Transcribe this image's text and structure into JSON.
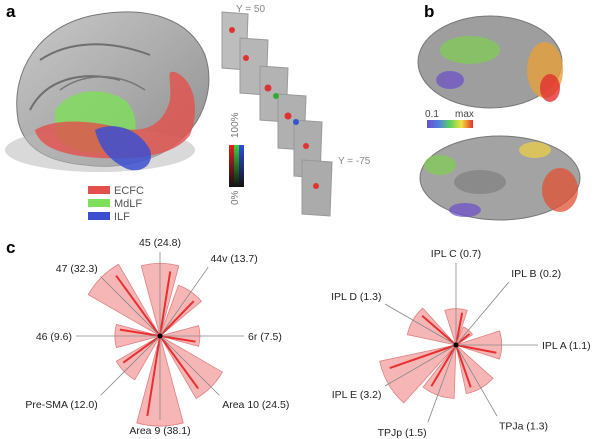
{
  "panels": {
    "a": {
      "letter": "a",
      "slice_labels": {
        "top": "Y = 50",
        "bottom": "Y = -75"
      },
      "colorbar": {
        "top": "100%",
        "bottom": "0%"
      },
      "legend": [
        {
          "label": "ECFC",
          "color": "#e2504b"
        },
        {
          "label": "MdLF",
          "color": "#7ee05a"
        },
        {
          "label": "ILF",
          "color": "#3c4fd0"
        }
      ]
    },
    "b": {
      "letter": "b",
      "colorbar": {
        "min": "0.1",
        "max": "max"
      }
    },
    "c": {
      "letter": "c",
      "rose_left": [
        {
          "label": "45 (24.8)",
          "value": 24.8,
          "angle": 0
        },
        {
          "label": "44v (13.7)",
          "value": 13.7,
          "angle": 35
        },
        {
          "label": "6r (7.5)",
          "value": 7.5,
          "angle": 90
        },
        {
          "label": "Area 10 (24.5)",
          "value": 24.5,
          "angle": 135
        },
        {
          "label": "Area 9 (38.1)",
          "value": 38.1,
          "angle": 180
        },
        {
          "label": "Pre-SMA (12.0)",
          "value": 12.0,
          "angle": 225
        },
        {
          "label": "46 (9.6)",
          "value": 9.6,
          "angle": 270
        },
        {
          "label": "47 (32.3)",
          "value": 32.3,
          "angle": 315
        }
      ],
      "rose_right": [
        {
          "label": "IPL C (0.7)",
          "value": 0.7,
          "angle": 0
        },
        {
          "label": "IPL B (0.2)",
          "value": 0.2,
          "angle": 40
        },
        {
          "label": "IPL A (1.1)",
          "value": 1.1,
          "angle": 90
        },
        {
          "label": "TPJa (1.3)",
          "value": 1.3,
          "angle": 150
        },
        {
          "label": "TPJp (1.5)",
          "value": 1.5,
          "angle": 200
        },
        {
          "label": "IPL E (3.2)",
          "value": 3.2,
          "angle": 240
        },
        {
          "label": "IPL D (1.3)",
          "value": 1.3,
          "angle": 300
        }
      ]
    }
  }
}
